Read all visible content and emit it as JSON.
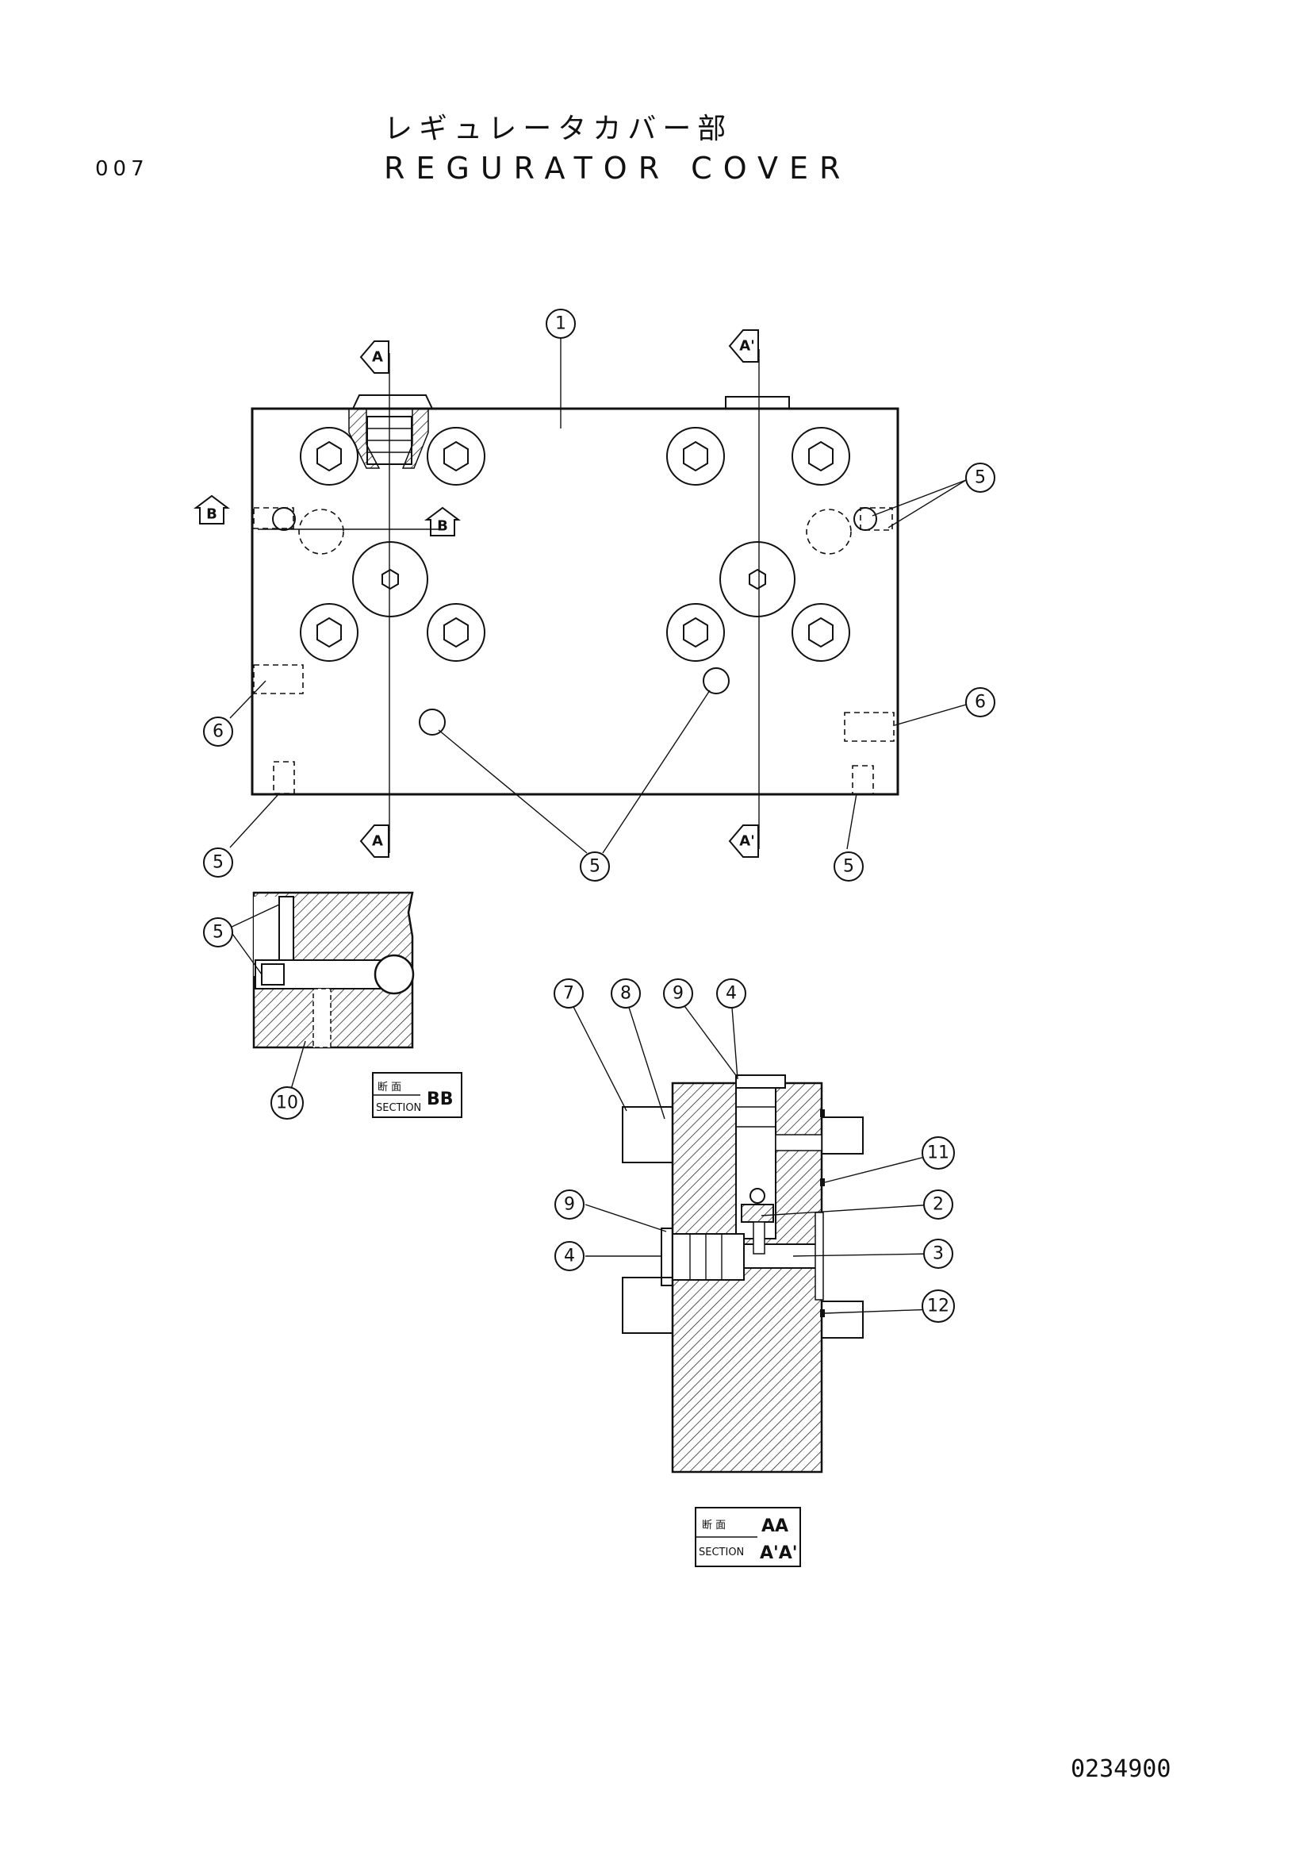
{
  "header": {
    "page_no": "007",
    "title_jp": "レギュレータカバー部",
    "title_en": "REGURATOR COVER"
  },
  "footer": {
    "drawing_no": "0234900"
  },
  "section_markers": {
    "a": "A",
    "a_prime": "A'",
    "b": "B"
  },
  "section_labels": {
    "bb": {
      "kanji": "断 面",
      "section": "SECTION",
      "id": "BB"
    },
    "aa": {
      "kanji": "断 面",
      "section": "SECTION",
      "id_top": "AA",
      "id_bottom": "A'A'"
    }
  },
  "balloons": {
    "b1": "1",
    "b2": "2",
    "b3": "3",
    "b4a": "4",
    "b4b": "4",
    "b5a": "5",
    "b5b": "5",
    "b5c": "5",
    "b5d": "5",
    "b5e": "5",
    "b6a": "6",
    "b6b": "6",
    "b7": "7",
    "b8": "8",
    "b9a": "9",
    "b9b": "9",
    "b10": "10",
    "b11": "11",
    "b12": "12"
  }
}
